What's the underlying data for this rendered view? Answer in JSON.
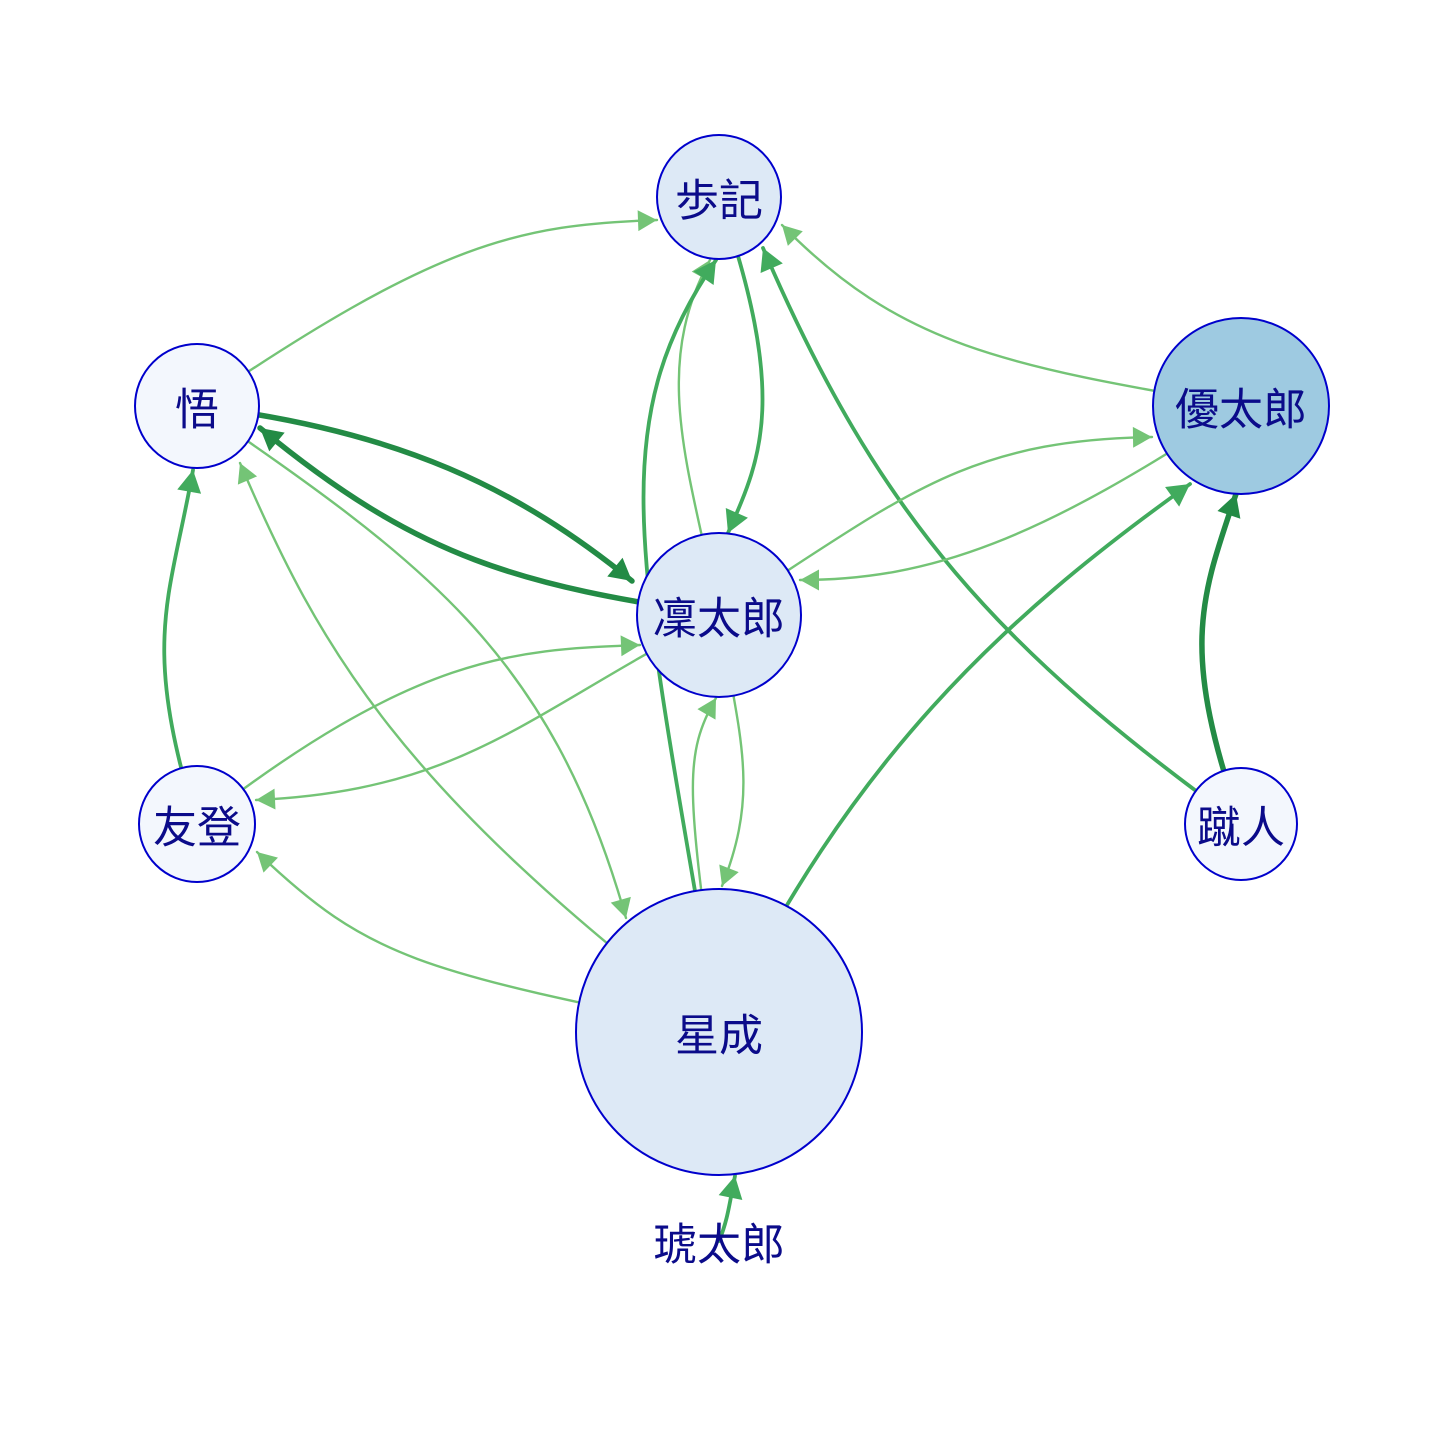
{
  "graph": {
    "nodes": [
      {
        "id": "ayuki",
        "label": "歩記",
        "color": "#dde9f6"
      },
      {
        "id": "satoru",
        "label": "悟",
        "color": "#f3f7fd"
      },
      {
        "id": "yutaro",
        "label": "優太郎",
        "color": "#9ecae1"
      },
      {
        "id": "rintaro",
        "label": "凜太郎",
        "color": "#dde9f6"
      },
      {
        "id": "yuto",
        "label": "友登",
        "color": "#f3f7fd"
      },
      {
        "id": "shuto",
        "label": "蹴人",
        "color": "#f3f7fd"
      },
      {
        "id": "seina",
        "label": "星成",
        "color": "#dde9f6"
      },
      {
        "id": "kotaro",
        "label": "琥太郎",
        "color": null
      }
    ],
    "edges": [
      {
        "from": "satoru",
        "to": "rintaro",
        "weight": 3
      },
      {
        "from": "rintaro",
        "to": "satoru",
        "weight": 3
      },
      {
        "from": "satoru",
        "to": "ayuki",
        "weight": 1
      },
      {
        "from": "yutaro",
        "to": "ayuki",
        "weight": 1
      },
      {
        "from": "ayuki",
        "to": "rintaro",
        "weight": 2
      },
      {
        "from": "rintaro",
        "to": "ayuki",
        "weight": 1
      },
      {
        "from": "seina",
        "to": "ayuki",
        "weight": 2
      },
      {
        "from": "shuto",
        "to": "ayuki",
        "weight": 2
      },
      {
        "from": "rintaro",
        "to": "yutaro",
        "weight": 1
      },
      {
        "from": "yutaro",
        "to": "rintaro",
        "weight": 1
      },
      {
        "from": "seina",
        "to": "yutaro",
        "weight": 2
      },
      {
        "from": "shuto",
        "to": "yutaro",
        "weight": 3
      },
      {
        "from": "yuto",
        "to": "satoru",
        "weight": 2
      },
      {
        "from": "seina",
        "to": "satoru",
        "weight": 1
      },
      {
        "from": "satoru",
        "to": "seina",
        "weight": 1
      },
      {
        "from": "yuto",
        "to": "rintaro",
        "weight": 1
      },
      {
        "from": "rintaro",
        "to": "yuto",
        "weight": 1
      },
      {
        "from": "seina",
        "to": "yuto",
        "weight": 1
      },
      {
        "from": "rintaro",
        "to": "seina",
        "weight": 1
      },
      {
        "from": "seina",
        "to": "rintaro",
        "weight": 1
      },
      {
        "from": "kotaro",
        "to": "seina",
        "weight": 2
      }
    ],
    "colors": {
      "node_border": "#0000cc",
      "label": "#0b0b8a",
      "edge_weight_1": "#74c476",
      "edge_weight_2": "#41ab5d",
      "edge_weight_3": "#238b45"
    }
  }
}
